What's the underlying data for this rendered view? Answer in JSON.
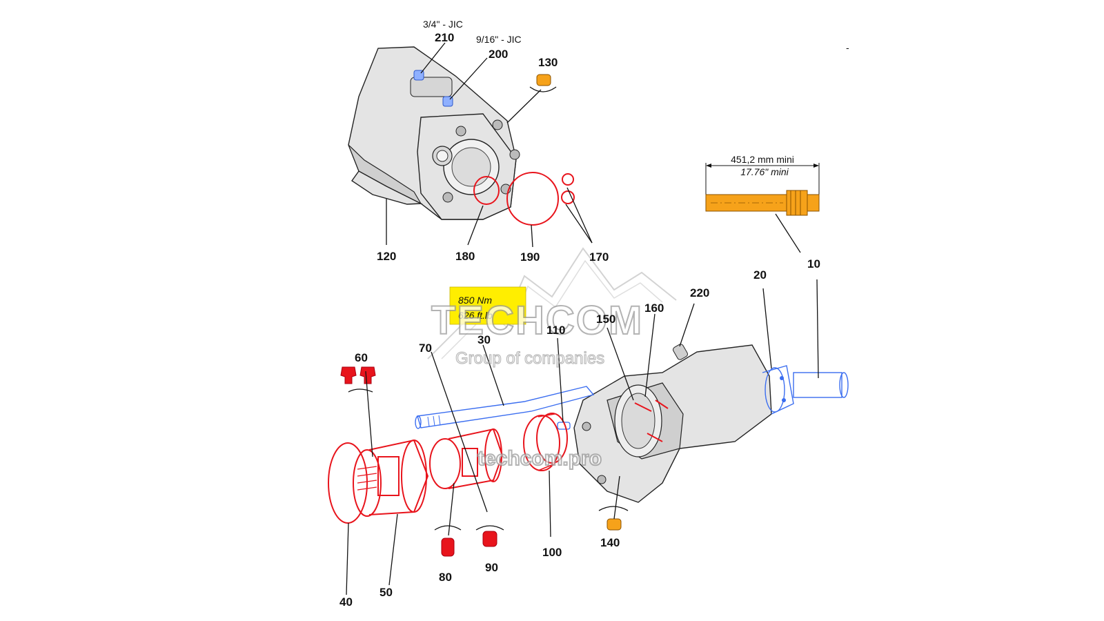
{
  "labels": {
    "l210": "210",
    "l200": "200",
    "l130": "130",
    "l120": "120",
    "l180": "180",
    "l190": "190",
    "l170": "170",
    "l10": "10",
    "l20": "20",
    "l220": "220",
    "l160": "160",
    "l150": "150",
    "l110": "110",
    "l30": "30",
    "l70": "70",
    "l60": "60",
    "l40": "40",
    "l50": "50",
    "l80": "80",
    "l90": "90",
    "l100": "100",
    "l140": "140"
  },
  "fittings": {
    "jic_34": "3/4\" - JIC",
    "jic_916": "9/16\" - JIC"
  },
  "dimension": {
    "metric": "451,2 mm mini",
    "imperial": "17.76\" mini"
  },
  "torque": {
    "metric": "850 Nm",
    "imperial": "626 ft.lb"
  },
  "watermark": {
    "brand": "TECHCOM",
    "tagline": "Group of companies",
    "site": "techcom.pro"
  },
  "corner_mark": "-",
  "colors": {
    "seal_red": "#e8141c",
    "blue_part": "#3a6df0",
    "orange_part": "#f6a21a",
    "torque_highlight": "#ffee00"
  }
}
